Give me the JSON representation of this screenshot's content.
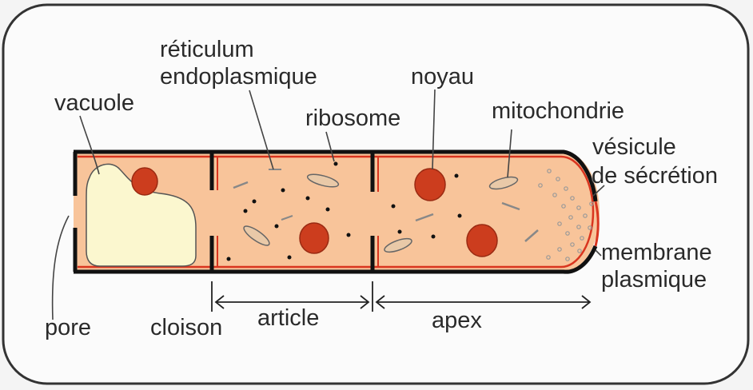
{
  "labels": {
    "reticulum": "réticulum",
    "endoplasmique": "endoplasmique",
    "noyau": "noyau",
    "vacuole": "vacuole",
    "ribosome": "ribosome",
    "mitochondrie": "mitochondrie",
    "vesicule": "vésicule",
    "de_secretion": "de sécrétion",
    "membrane": "membrane",
    "plasmique": "plasmique",
    "pore": "pore",
    "cloison": "cloison",
    "article": "article",
    "apex": "apex"
  },
  "colors": {
    "cytoplasm": "#f8c49a",
    "wall": "#111111",
    "membrane": "#d9351f",
    "nucleus": "#cc3d1e",
    "vacuole": "#fbf7cf",
    "mitochondria": "#e9c9a8",
    "frame_border": "#333333",
    "background": "#f4f4f4"
  }
}
